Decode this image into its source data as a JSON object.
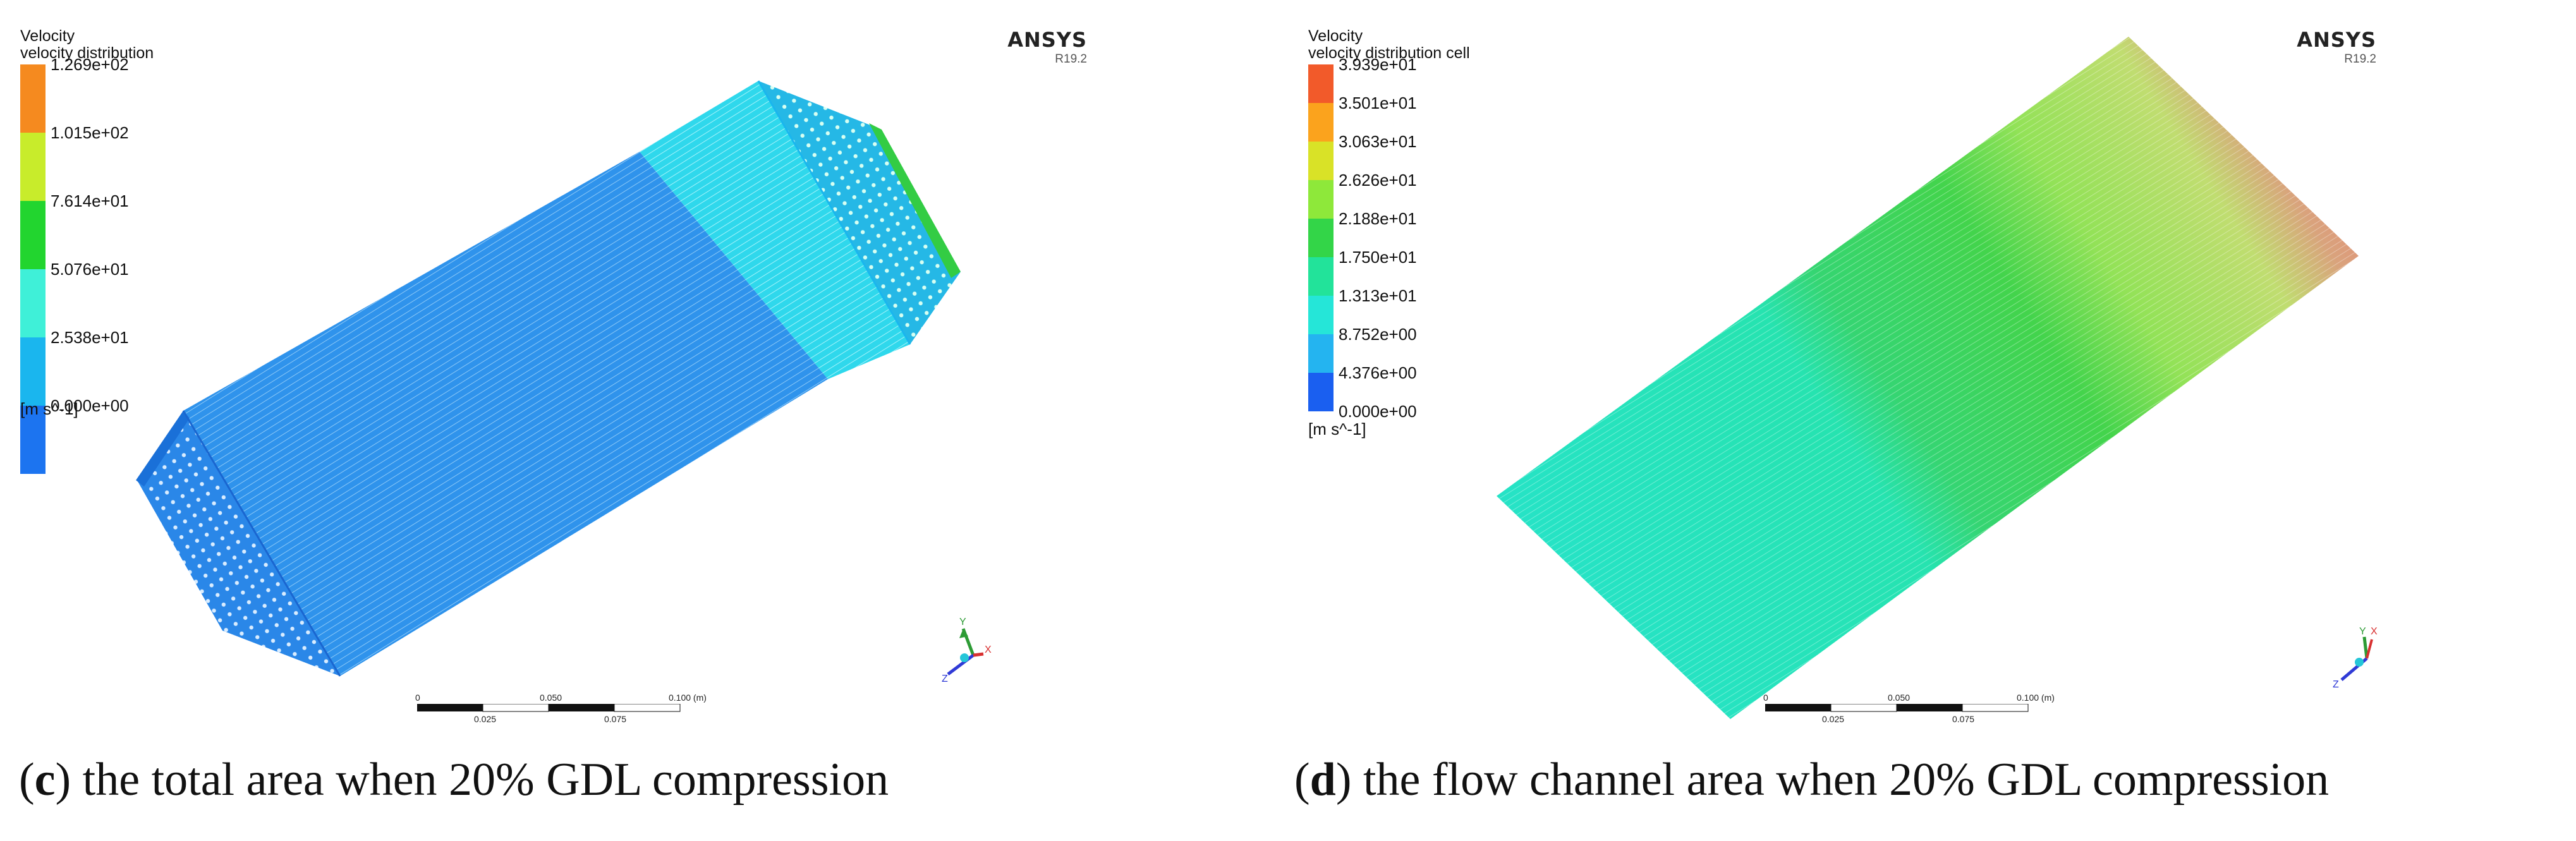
{
  "panels": [
    {
      "id": "c",
      "brand": "ANSYS",
      "version": "R19.2",
      "legend": {
        "title_line1": "Velocity",
        "title_line2": "velocity distribution",
        "ticks": [
          "1.269e+02",
          "1.015e+02",
          "7.614e+01",
          "5.076e+01",
          "2.538e+01",
          "0.000e+00"
        ],
        "unit": "[m s^-1]",
        "colors": [
          "#f58a1f",
          "#c8ec2b",
          "#22d52f",
          "#3ff0d8",
          "#1ab6ee",
          "#1c74f0"
        ]
      },
      "scale_bar": {
        "ticks_top": [
          "0",
          "0.050",
          "0.100  (m)"
        ],
        "ticks_bottom": [
          "0.025",
          "0.075"
        ]
      },
      "axes": {
        "y": "Y",
        "z": "Z",
        "x": "X"
      },
      "caption_letter": "c",
      "caption_text": "the total area when 20% GDL compression"
    },
    {
      "id": "d",
      "brand": "ANSYS",
      "version": "R19.2",
      "legend": {
        "title_line1": "Velocity",
        "title_line2": "velocity distribution cell",
        "ticks": [
          "3.939e+01",
          "3.501e+01",
          "3.063e+01",
          "2.626e+01",
          "2.188e+01",
          "1.750e+01",
          "1.313e+01",
          "8.752e+00",
          "4.376e+00",
          "0.000e+00"
        ],
        "unit": "[m s^-1]",
        "colors": [
          "#f25a2a",
          "#fba31d",
          "#d9e227",
          "#8ee83a",
          "#33d548",
          "#22e39a",
          "#25e6d8",
          "#24b4f0",
          "#1a5ff0"
        ]
      },
      "scale_bar": {
        "ticks_top": [
          "0",
          "0.050",
          "0.100  (m)"
        ],
        "ticks_bottom": [
          "0.025",
          "0.075"
        ]
      },
      "axes": {
        "y": "Y",
        "z": "Z",
        "x": "X"
      },
      "caption_letter": "d",
      "caption_text": "the flow channel area when 20% GDL compression"
    }
  ]
}
